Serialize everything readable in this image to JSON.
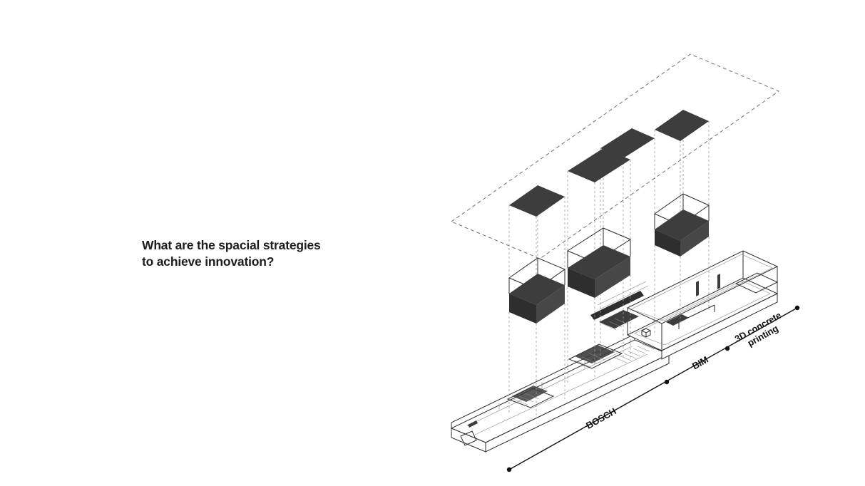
{
  "question": {
    "line1": "What are the spacial strategies",
    "line2": "to achieve innovation?"
  },
  "diagram": {
    "labels": {
      "segment1": "BOSCH",
      "segment2": "BIM",
      "segment3_line1": "3D concrete",
      "segment3_line2": "printing"
    },
    "colors": {
      "dark_fill": "#3d3d3d",
      "line_ink": "#1a1a1a",
      "background": "#ffffff"
    }
  }
}
